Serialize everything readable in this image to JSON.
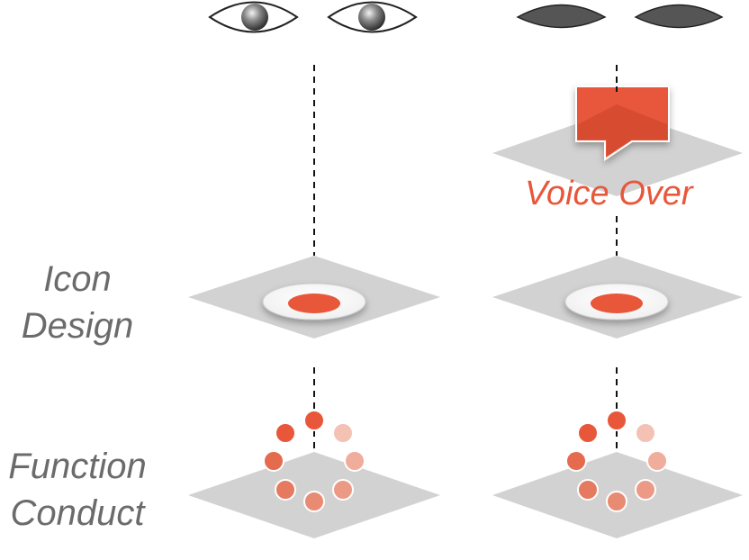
{
  "labels": {
    "icon_design": [
      "Icon",
      "Design"
    ],
    "function_conduct": [
      "Function",
      "Conduct"
    ],
    "voice_over": "Voice Over"
  },
  "columns": [
    {
      "name": "sighted",
      "eyes": "open-eyes-icon",
      "has_voice_over": false
    },
    {
      "name": "blind",
      "eyes": "closed-eyes-icon",
      "has_voice_over": true
    }
  ],
  "colors": {
    "accent": "#e8573a",
    "plane": "#d2d2d2",
    "text": "#6b6b6b",
    "dark_eye": "#555555"
  }
}
